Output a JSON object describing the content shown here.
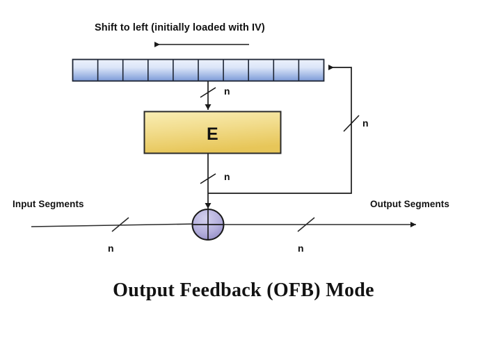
{
  "diagram": {
    "caption": "Output Feedback (OFB) Mode",
    "shift_heading": "Shift to left (initially loaded with IV)",
    "input_label": "Input Segments",
    "output_label": "Output Segments",
    "cipher_label": "E",
    "width_labels": {
      "register_to_cipher": "n",
      "cipher_to_xor": "n",
      "feedback": "n",
      "input_line": "n",
      "output_line": "n"
    },
    "shift_register": {
      "cell_count": 10,
      "cells": [
        "",
        "",
        "",
        "",
        "",
        "",
        "",
        "",
        "",
        ""
      ],
      "fill_top": "#e9effb",
      "fill_bottom": "#7d9bd8",
      "stroke": "#1c2433"
    },
    "cipher_box": {
      "fill_top": "#f7e9a8",
      "fill_bottom": "#e8c964",
      "stroke": "#2a2a2a"
    },
    "xor_node": {
      "fill_top": "#c9c6e8",
      "fill_bottom": "#8d86c4",
      "stroke": "#1a1a1a",
      "symbol": "plus"
    },
    "colors": {
      "line": "#1a1a1a",
      "text": "#111111",
      "background": "#ffffff"
    }
  }
}
